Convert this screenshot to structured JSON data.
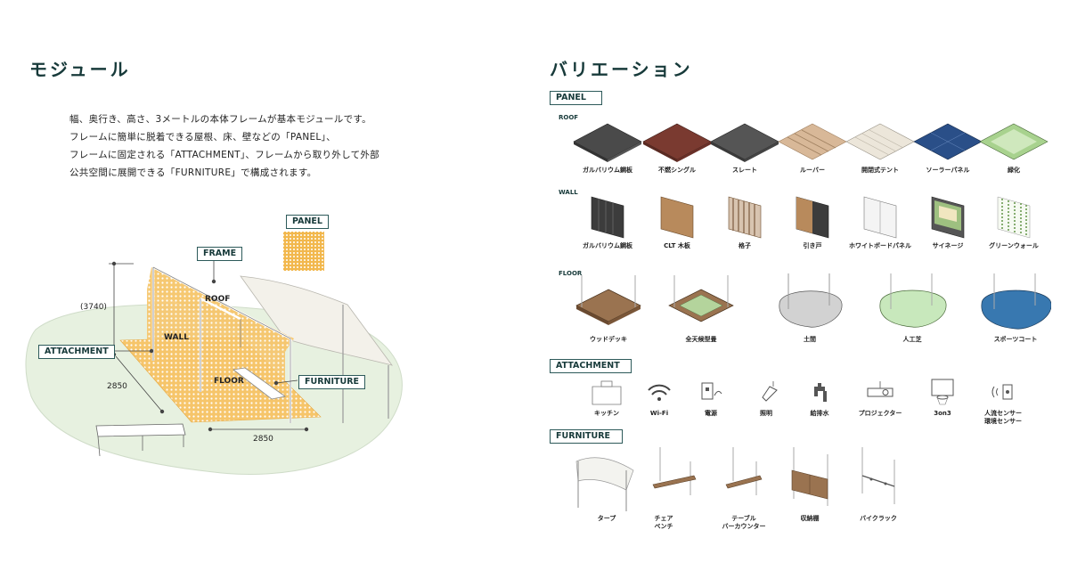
{
  "module": {
    "heading": "モジュール",
    "intro": [
      "幅、奥行き、高さ、3メートルの本体フレームが基本モジュールです。",
      "フレームに簡単に脱着できる屋根、床、壁などの「PANEL」、",
      "フレームに固定される「ATTACHMENT」、フレームから取り外して外部",
      "公共空間に展開できる「FURNITURE」で構成されます。"
    ],
    "labels": {
      "panel": "PANEL",
      "frame": "FRAME",
      "roof": "ROOF",
      "wall": "WALL",
      "floor": "FLOOR",
      "attachment": "ATTACHMENT",
      "furniture": "FURNITURE",
      "height": "(3740)",
      "depth": "2850",
      "width": "2850"
    }
  },
  "variation": {
    "heading": "バリエーション",
    "panel_tag": "PANEL",
    "roof_label": "ROOF",
    "wall_label": "WALL",
    "floor_label": "FLOOR",
    "attachment_tag": "ATTACHMENT",
    "furniture_tag": "FURNITURE",
    "roof_items": [
      {
        "label": "ガルバリウム鋼板",
        "color": "#4a4a4a"
      },
      {
        "label": "不燃シングル",
        "color": "#7a3a30"
      },
      {
        "label": "スレート",
        "color": "#555555"
      },
      {
        "label": "ルーバー",
        "color": "#d8b898"
      },
      {
        "label": "開閉式テント",
        "color": "#ece6da"
      },
      {
        "label": "ソーラーパネル",
        "color": "#2a4f88"
      },
      {
        "label": "緑化",
        "color": "#a8d28e"
      }
    ],
    "wall_items": [
      {
        "label": "ガルバリウム鋼板",
        "color": "#3c3c3c"
      },
      {
        "label": "CLT 木板",
        "color": "#b88a5c"
      },
      {
        "label": "格子",
        "color": "#a08068"
      },
      {
        "label": "引き戸",
        "color": "#3c3c3c"
      },
      {
        "label": "ホワイトボードパネル",
        "color": "#f4f4f4"
      },
      {
        "label": "サイネージ",
        "color": "#9ec080"
      },
      {
        "label": "グリーンウォール",
        "color": "#6a9a50"
      }
    ],
    "floor_items": [
      {
        "label": "ウッドデッキ",
        "color": "#9a7350"
      },
      {
        "label": "全天候型畳",
        "color": "#b4d49c"
      },
      {
        "label": "土間",
        "color": "#d2d2d2"
      },
      {
        "label": "人工芝",
        "color": "#c8e8bc"
      },
      {
        "label": "スポーツコート",
        "color": "#3878b0"
      }
    ],
    "attachment_items": [
      {
        "label": "キッチン",
        "label2": "",
        "icon": "sink-icon"
      },
      {
        "label": "Wi-Fi",
        "label2": "",
        "icon": "wifi-icon"
      },
      {
        "label": "電源",
        "label2": "",
        "icon": "power-outlet-icon"
      },
      {
        "label": "照明",
        "label2": "",
        "icon": "light-icon"
      },
      {
        "label": "給排水",
        "label2": "",
        "icon": "faucet-icon"
      },
      {
        "label": "プロジェクター",
        "label2": "",
        "icon": "projector-icon"
      },
      {
        "label": "3on3",
        "label2": "",
        "icon": "basketball-hoop-icon"
      },
      {
        "label": "人流センサー",
        "label2": "環境センサー",
        "icon": "sensor-icon"
      }
    ],
    "furniture_items": [
      {
        "label": "タープ",
        "label2": "",
        "icon": "tarp-icon"
      },
      {
        "label": "チェア",
        "label2": "ベンチ",
        "icon": "bench-icon"
      },
      {
        "label": "テーブル",
        "label2": "バーカウンター",
        "icon": "table-icon"
      },
      {
        "label": "収納棚",
        "label2": "",
        "icon": "shelf-icon"
      },
      {
        "label": "バイクラック",
        "label2": "",
        "icon": "bike-rack-icon"
      }
    ]
  }
}
